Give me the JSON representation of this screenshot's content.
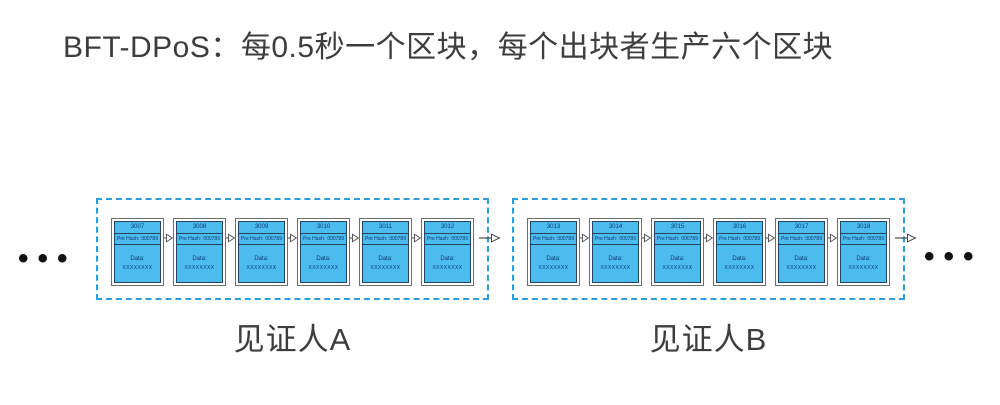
{
  "title": "BFT-DPoS：每0.5秒一个区块，每个出块者生产六个区块",
  "ellipsis": "•••",
  "colors": {
    "block_fill": "#4CBBEE",
    "block_border": "#27455E",
    "frame_border": "#6E6E6E",
    "dashed_border": "#2E9CD6",
    "title_text": "#3D3D3D",
    "block_text": "#0D3A73",
    "arrow": "#4A4A4A"
  },
  "groups": [
    {
      "label": "见证人A",
      "blocks": [
        {
          "number": "3007",
          "pre_hash_label": "Pre Hash:",
          "pre_hash_value": "000789",
          "data_label": "Data:",
          "data_value": "XXXXXXXX"
        },
        {
          "number": "3008",
          "pre_hash_label": "Pre Hash:",
          "pre_hash_value": "000789",
          "data_label": "Data:",
          "data_value": "XXXXXXXX"
        },
        {
          "number": "3009",
          "pre_hash_label": "Pre Hash:",
          "pre_hash_value": "000789",
          "data_label": "Data:",
          "data_value": "XXXXXXXX"
        },
        {
          "number": "3010",
          "pre_hash_label": "Pre Hash:",
          "pre_hash_value": "000789",
          "data_label": "Data:",
          "data_value": "XXXXXXXX"
        },
        {
          "number": "3011",
          "pre_hash_label": "Pre Hash:",
          "pre_hash_value": "000789",
          "data_label": "Data:",
          "data_value": "XXXXXXXX"
        },
        {
          "number": "3012",
          "pre_hash_label": "Pre Hash:",
          "pre_hash_value": "000789",
          "data_label": "Data:",
          "data_value": "XXXXXXXX"
        }
      ]
    },
    {
      "label": "见证人B",
      "blocks": [
        {
          "number": "3013",
          "pre_hash_label": "Pre Hash:",
          "pre_hash_value": "000789",
          "data_label": "Data:",
          "data_value": "XXXXXXXX"
        },
        {
          "number": "3014",
          "pre_hash_label": "Pre Hash:",
          "pre_hash_value": "000789",
          "data_label": "Data:",
          "data_value": "XXXXXXXX"
        },
        {
          "number": "3015",
          "pre_hash_label": "Pre Hash:",
          "pre_hash_value": "000789",
          "data_label": "Data:",
          "data_value": "XXXXXXXX"
        },
        {
          "number": "3016",
          "pre_hash_label": "Pre Hash:",
          "pre_hash_value": "000789",
          "data_label": "Data:",
          "data_value": "XXXXXXXX"
        },
        {
          "number": "3017",
          "pre_hash_label": "Pre Hash:",
          "pre_hash_value": "000789",
          "data_label": "Data:",
          "data_value": "XXXXXXXX"
        },
        {
          "number": "3018",
          "pre_hash_label": "Pre Hash:",
          "pre_hash_value": "000789",
          "data_label": "Data:",
          "data_value": "XXXXXXXX"
        }
      ]
    }
  ]
}
